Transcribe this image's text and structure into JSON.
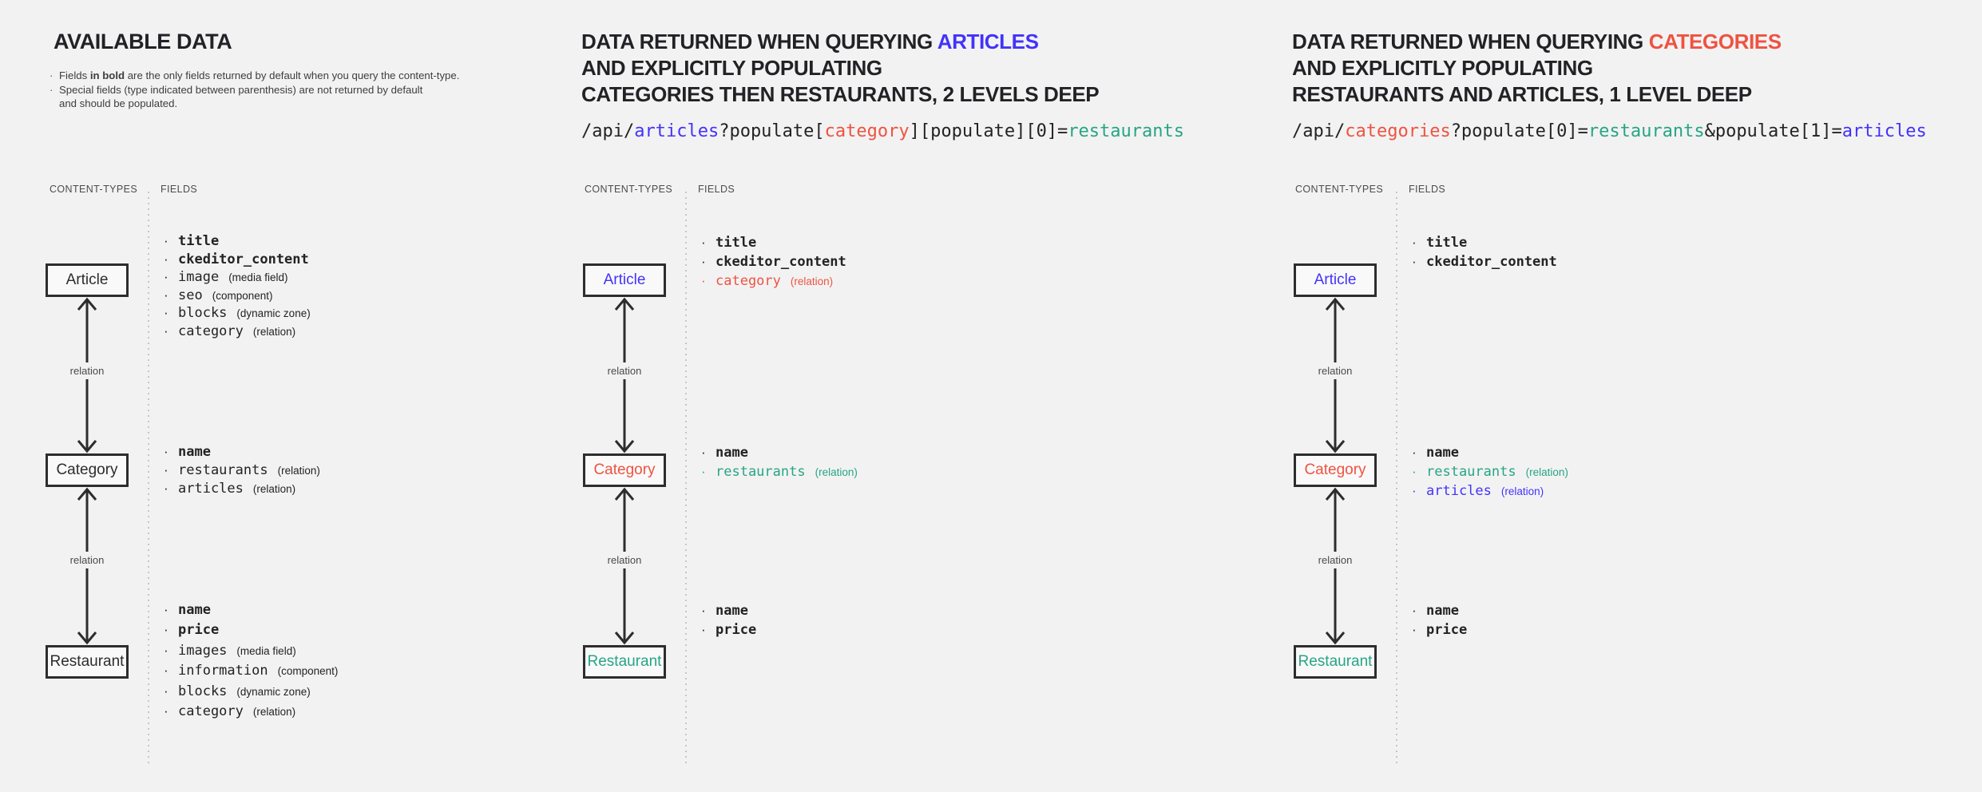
{
  "colors": {
    "background": "#f2f2f2",
    "ink": "#232323",
    "box_border": "#2d2d2d",
    "accent_blue": "#4233fb",
    "accent_red": "#ee5341",
    "accent_teal": "#27a584"
  },
  "relation_label": "relation",
  "panels": [
    {
      "title_lines": [
        {
          "segments": [
            {
              "text": "AVAILABLE DATA"
            }
          ]
        }
      ],
      "notes": [
        {
          "segments": [
            {
              "text": "Fields "
            },
            {
              "text": "in bold",
              "cls": "b"
            },
            {
              "text": " are the only fields returned by default when you query the content-type."
            }
          ]
        },
        {
          "segments": [
            {
              "text": "Special fields (type indicated between parenthesis) are not returned by default"
            },
            {
              "br": true
            },
            {
              "text": "and should be populated."
            }
          ]
        }
      ],
      "columns": {
        "content_types": "CONTENT-TYPES",
        "fields": "FIELDS"
      },
      "nodes": [
        {
          "label": "Article",
          "fields": [
            {
              "name": "title",
              "bold": true
            },
            {
              "name": "ckeditor_content",
              "bold": true
            },
            {
              "name": "image",
              "type": "(media field)"
            },
            {
              "name": "seo",
              "type": "(component)"
            },
            {
              "name": "blocks",
              "type": "(dynamic zone)"
            },
            {
              "name": "category",
              "type": "(relation)"
            }
          ]
        },
        {
          "label": "Category",
          "fields": [
            {
              "name": "name",
              "bold": true
            },
            {
              "name": "restaurants",
              "type": "(relation)"
            },
            {
              "name": "articles",
              "type": "(relation)"
            }
          ]
        },
        {
          "label": "Restaurant",
          "fields": [
            {
              "name": "name",
              "bold": true
            },
            {
              "name": "price",
              "bold": true
            },
            {
              "name": "images",
              "type": "(media field)"
            },
            {
              "name": "information",
              "type": "(component)"
            },
            {
              "name": "blocks",
              "type": "(dynamic zone)"
            },
            {
              "name": "category",
              "type": "(relation)"
            }
          ]
        }
      ]
    },
    {
      "title_lines": [
        {
          "segments": [
            {
              "text": "DATA RETURNED WHEN QUERYING "
            },
            {
              "text": "ARTICLES",
              "cls": "c-blue"
            }
          ]
        },
        {
          "segments": [
            {
              "text": "AND EXPLICITLY POPULATING"
            }
          ]
        },
        {
          "segments": [
            {
              "text": "CATEGORIES THEN RESTAURANTS, 2 LEVELS DEEP"
            }
          ]
        }
      ],
      "url_segments": [
        {
          "text": "/api/"
        },
        {
          "text": "articles",
          "cls": "c-blue"
        },
        {
          "text": "?populate["
        },
        {
          "text": "category",
          "cls": "c-red"
        },
        {
          "text": "][populate][0]="
        },
        {
          "text": "restaurants",
          "cls": "c-teal"
        }
      ],
      "columns": {
        "content_types": "CONTENT-TYPES",
        "fields": "FIELDS"
      },
      "nodes": [
        {
          "label": "Article",
          "cls": "c-blue",
          "fields": [
            {
              "name": "title",
              "bold": true
            },
            {
              "name": "ckeditor_content",
              "bold": true
            },
            {
              "name": "category",
              "type": "(relation)",
              "cls": "c-red"
            }
          ]
        },
        {
          "label": "Category",
          "cls": "c-red",
          "fields": [
            {
              "name": "name",
              "bold": true
            },
            {
              "name": "restaurants",
              "type": "(relation)",
              "cls": "c-teal"
            }
          ]
        },
        {
          "label": "Restaurant",
          "cls": "c-teal",
          "fields": [
            {
              "name": "name",
              "bold": true
            },
            {
              "name": "price",
              "bold": true
            }
          ]
        }
      ]
    },
    {
      "title_lines": [
        {
          "segments": [
            {
              "text": "DATA RETURNED WHEN QUERYING "
            },
            {
              "text": "CATEGORIES",
              "cls": "c-red"
            }
          ]
        },
        {
          "segments": [
            {
              "text": "AND EXPLICITLY POPULATING"
            }
          ]
        },
        {
          "segments": [
            {
              "text": "RESTAURANTS AND ARTICLES, 1 LEVEL DEEP"
            }
          ]
        }
      ],
      "url_segments": [
        {
          "text": "/api/"
        },
        {
          "text": "categories",
          "cls": "c-red"
        },
        {
          "text": "?populate[0]="
        },
        {
          "text": "restaurants",
          "cls": "c-teal"
        },
        {
          "text": "&populate[1]="
        },
        {
          "text": "articles",
          "cls": "c-blue"
        }
      ],
      "columns": {
        "content_types": "CONTENT-TYPES",
        "fields": "FIELDS"
      },
      "nodes": [
        {
          "label": "Article",
          "cls": "c-blue",
          "fields": [
            {
              "name": "title",
              "bold": true
            },
            {
              "name": "ckeditor_content",
              "bold": true
            }
          ]
        },
        {
          "label": "Category",
          "cls": "c-red",
          "fields": [
            {
              "name": "name",
              "bold": true
            },
            {
              "name": "restaurants",
              "type": "(relation)",
              "cls": "c-teal"
            },
            {
              "name": "articles",
              "type": "(relation)",
              "cls": "c-blue"
            }
          ]
        },
        {
          "label": "Restaurant",
          "cls": "c-teal",
          "fields": [
            {
              "name": "name",
              "bold": true
            },
            {
              "name": "price",
              "bold": true
            }
          ]
        }
      ]
    }
  ]
}
